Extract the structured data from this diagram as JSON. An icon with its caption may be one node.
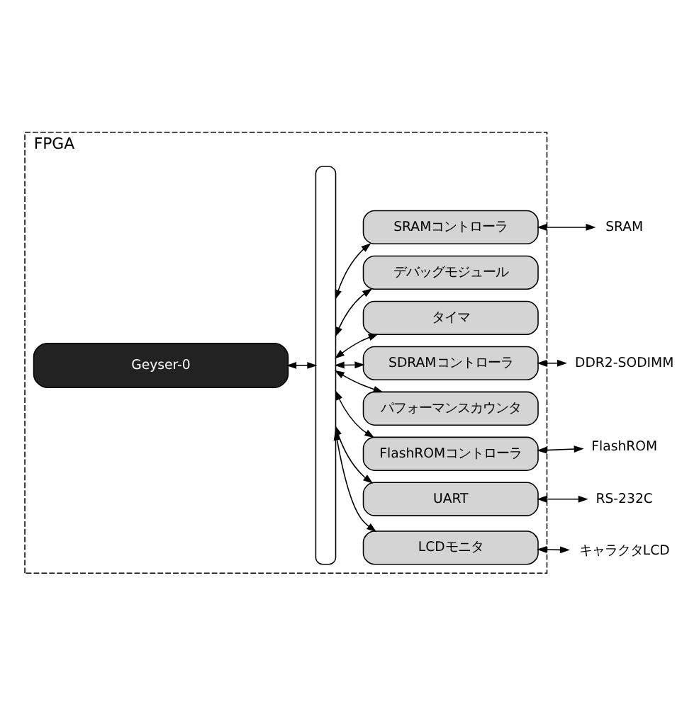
{
  "diagram": {
    "nodes": [
      {
        "text": [
          "FPGA"
        ]
      },
      {
        "text": [
          "Geyser-0"
        ],
        "in": 0
      },
      {
        "text": [],
        "shape": "bar",
        "in": 0
      },
      {
        "text": [
          "SRAMコントローラ"
        ],
        "in": 0
      },
      {
        "text": [
          "SDRAMコントローラ"
        ],
        "in": 0
      },
      {
        "text": [
          "FlashROMコントローラ"
        ],
        "in": 0
      },
      {
        "text": [
          "パフォーマンスカウンタ"
        ],
        "in": 0
      },
      {
        "text": [
          "UART"
        ],
        "in": 0
      },
      {
        "text": [
          "タイマ"
        ],
        "in": 0
      },
      {
        "text": [
          "デバッグモジュール"
        ],
        "in": 0
      },
      {
        "text": [
          "LCDモニタ"
        ],
        "in": 0
      },
      {
        "text": [
          "SRAM"
        ]
      },
      {
        "text": [
          "DDR2-SODIMM"
        ]
      },
      {
        "text": [
          "FlashROM"
        ]
      },
      {
        "text": [
          "RS-232C"
        ]
      },
      {
        "text": [
          "キャラクタLCD"
        ]
      }
    ],
    "edges": [
      {
        "from": 1,
        "to": 2,
        "arrow": "both"
      },
      {
        "from": 2,
        "to": 3,
        "arrow": "both"
      },
      {
        "from": 2,
        "to": 4,
        "arrow": "both"
      },
      {
        "from": 2,
        "to": 5,
        "arrow": "both"
      },
      {
        "from": 2,
        "to": 6,
        "arrow": "both"
      },
      {
        "from": 2,
        "to": 7,
        "arrow": "both"
      },
      {
        "from": 2,
        "to": 8,
        "arrow": "both"
      },
      {
        "from": 2,
        "to": 9,
        "arrow": "both"
      },
      {
        "from": 2,
        "to": 10,
        "arrow": "both"
      },
      {
        "from": 3,
        "to": 11,
        "arrow": "both"
      },
      {
        "from": 4,
        "to": 12,
        "arrow": "both"
      },
      {
        "from": 5,
        "to": 13,
        "arrow": "both"
      },
      {
        "from": 7,
        "to": 14,
        "arrow": "both"
      },
      {
        "from": 10,
        "to": 15,
        "arrow": "both"
      }
    ]
  }
}
